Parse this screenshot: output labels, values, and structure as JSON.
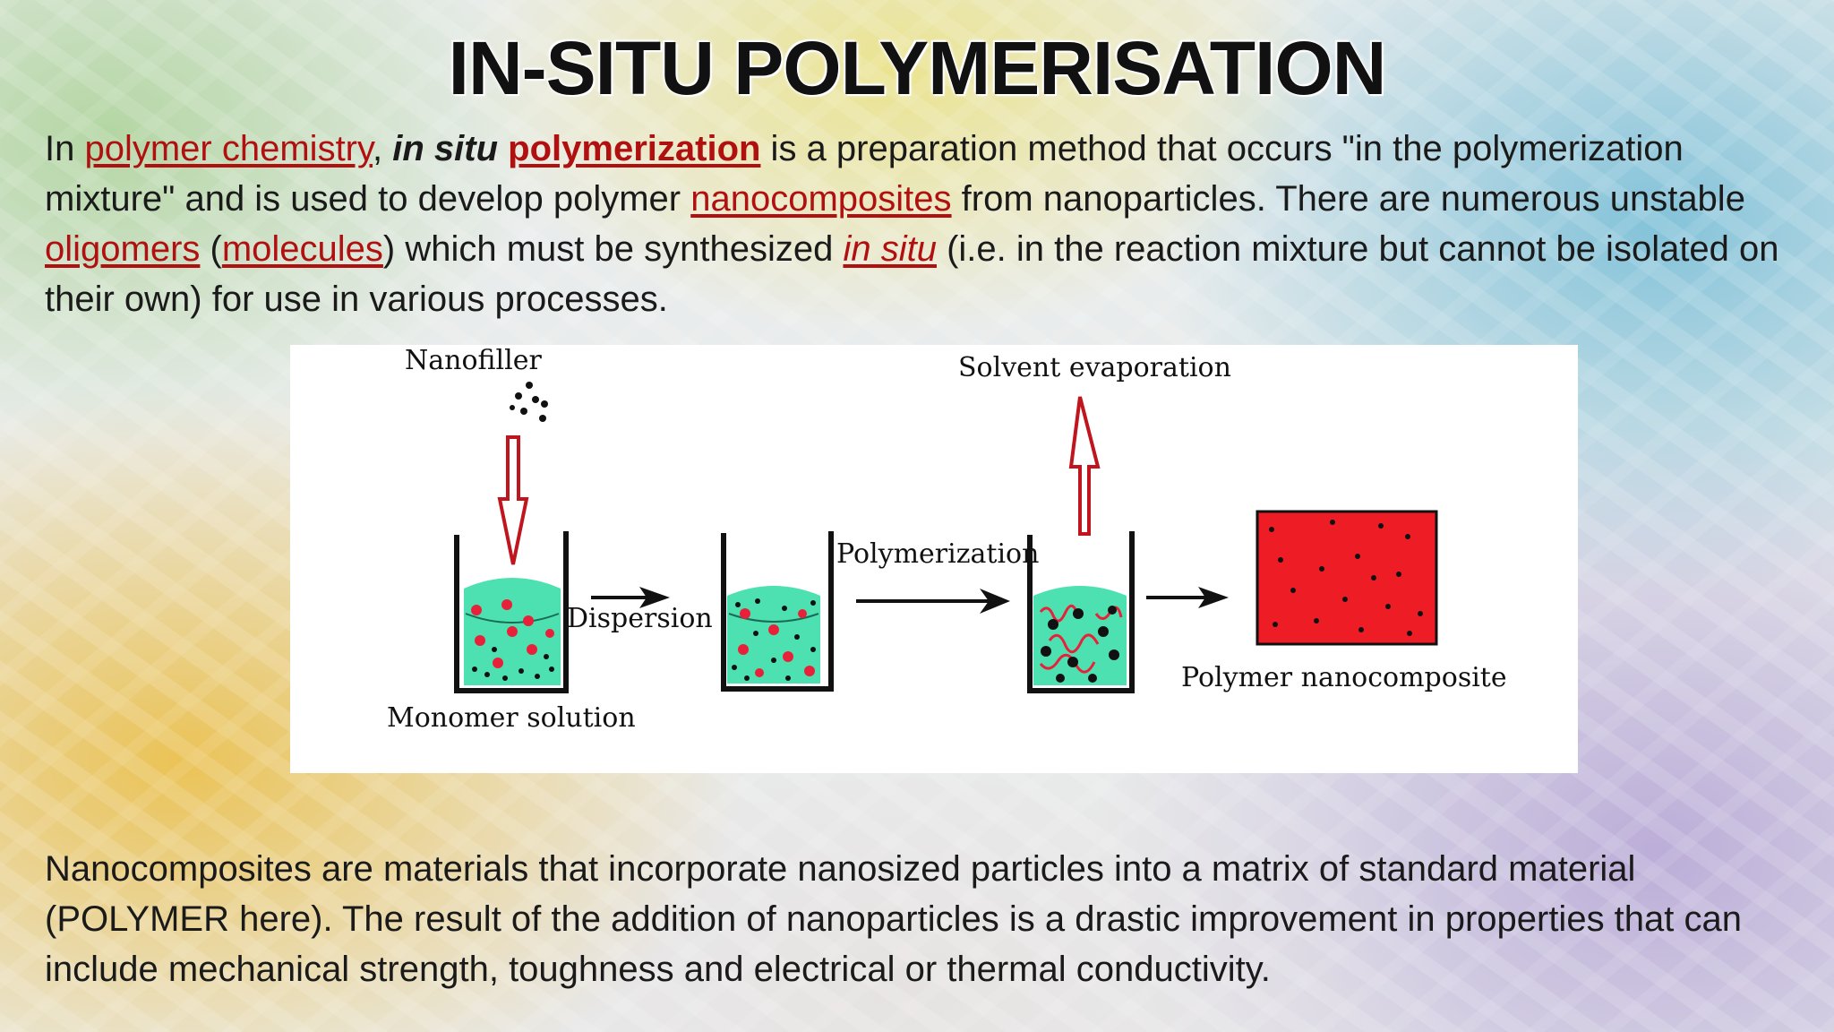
{
  "slide": {
    "title": "IN-SITU POLYMERISATION",
    "intro": {
      "t1": "In ",
      "link1": "polymer chemistry",
      "t2": ", ",
      "italic_bold": "in situ",
      "t3": " ",
      "link2": "polymerization",
      "t4": " is a preparation method that occurs \"in the polymerization mixture\" and is used to develop polymer ",
      "link3": "nanocomposites",
      "t5": " from nanoparticles. There are numerous unstable ",
      "link4": "oligomers",
      "t6": " (",
      "link5": "molecules",
      "t7": ") which must be synthesized ",
      "link6": "in situ",
      "t8": " (i.e. in the reaction mixture but cannot be isolated on their own) for use in various processes."
    },
    "outro": "Nanocomposites are materials that incorporate nanosized particles into a matrix of standard material (POLYMER here). The result of the addition of nanoparticles is a drastic improvement in properties that can include mechanical strength, toughness and electrical or thermal conductivity."
  },
  "diagram": {
    "labels": {
      "nanofiller": "Nanofiller",
      "monomer_solution": "Monomer solution",
      "dispersion": "Dispersion",
      "polymerization": "Polymerization",
      "solvent_evaporation": "Solvent evaporation",
      "polymer_nanocomposite": "Polymer nanocomposite"
    },
    "colors": {
      "liquid": "#4de0b0",
      "particle_red": "#e8213a",
      "block_red": "#ee1c25",
      "arrow_outline": "#c0151f"
    }
  }
}
